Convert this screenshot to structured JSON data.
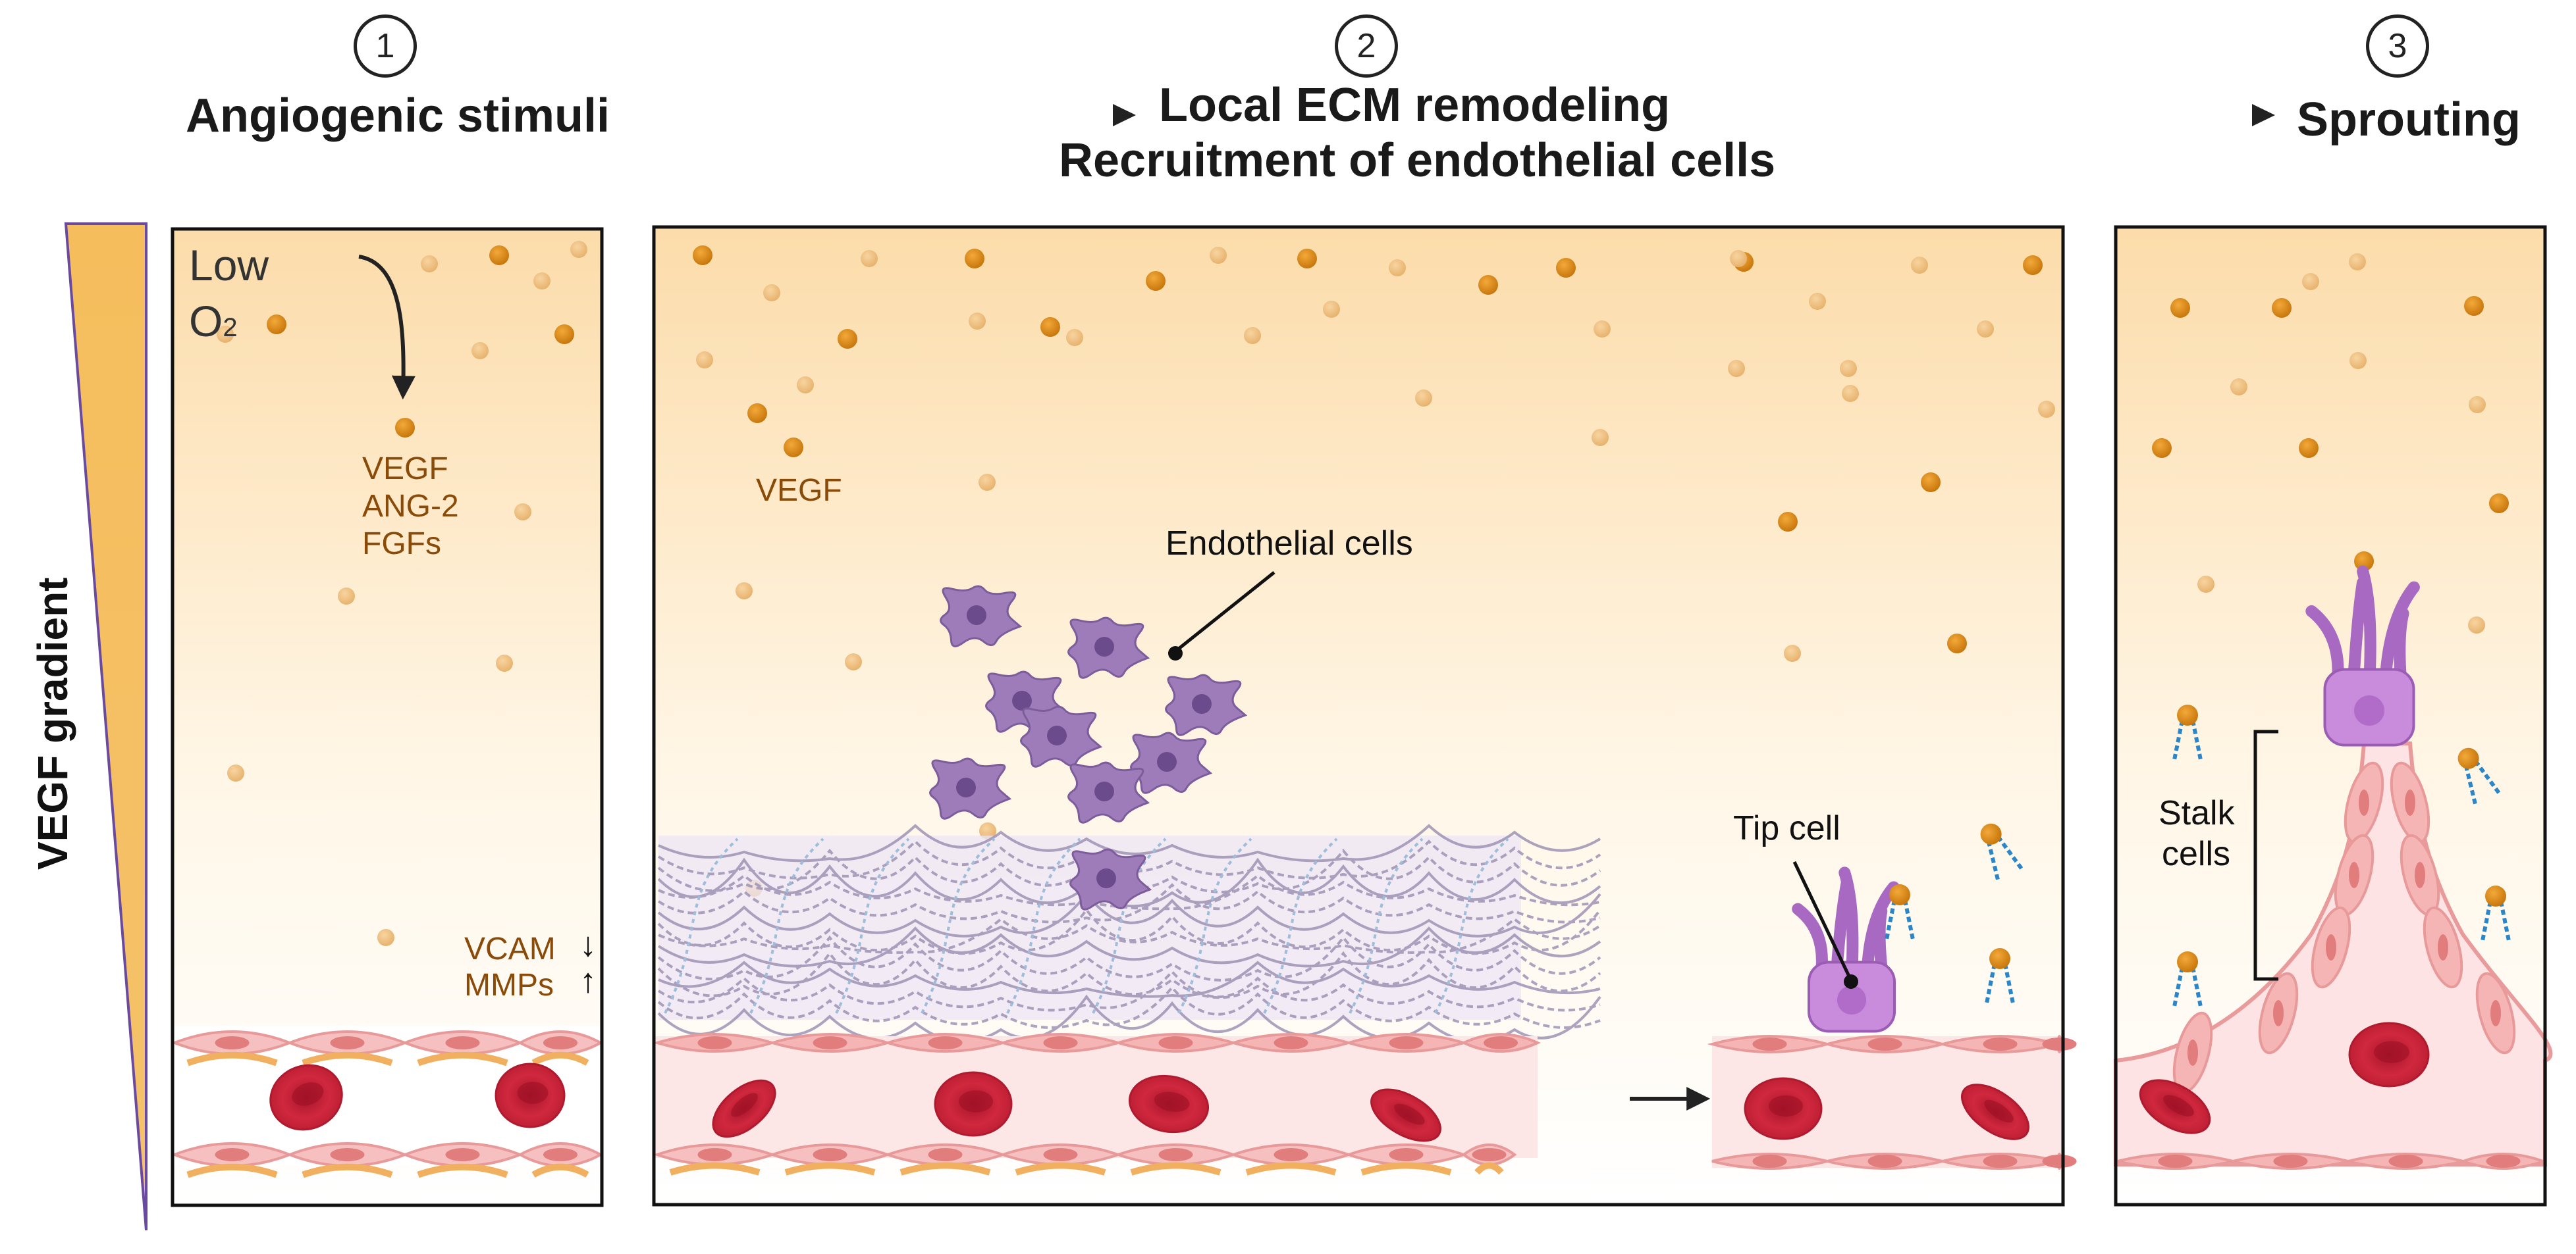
{
  "steps": [
    {
      "number": "1",
      "title": "Angiogenic stimuli"
    },
    {
      "number": "2",
      "title_line1": "Local ECM remodeling",
      "title_line2": "Recruitment of endothelial cells"
    },
    {
      "number": "3",
      "title": "Sprouting"
    }
  ],
  "gradient_label": "VEGF gradient",
  "panel1": {
    "low_o2_line1": "Low",
    "low_o2_line2": "O",
    "low_o2_subscript": "2",
    "factors": [
      "VEGF",
      "ANG-2",
      "FGFs"
    ],
    "vcam": "VCAM",
    "mmps": "MMPs",
    "vcam_arrow": "↓",
    "mmps_arrow": "↑"
  },
  "panel2": {
    "vegf": "VEGF",
    "endothelial_cells": "Endothelial cells",
    "tip_cell": "Tip cell"
  },
  "panel3": {
    "stalk_line1": "Stalk",
    "stalk_line2": "cells"
  },
  "colors": {
    "gradient_top": "#f5bd5c",
    "panel_top": "#fce3b8",
    "vegf_dot": "#d98a12",
    "vegf_dot_light": "#efbf7e",
    "endothelial_cell": "#9a77b5",
    "tip_cell": "#c388d6",
    "vessel_wall": "#f3b0b0",
    "vessel_lumen": "#fde8e8",
    "red_blood_cell": "#c81e33",
    "pericyte": "#f2b96a",
    "receptor": "#2a86c8",
    "text_brown": "#8a4a08"
  }
}
